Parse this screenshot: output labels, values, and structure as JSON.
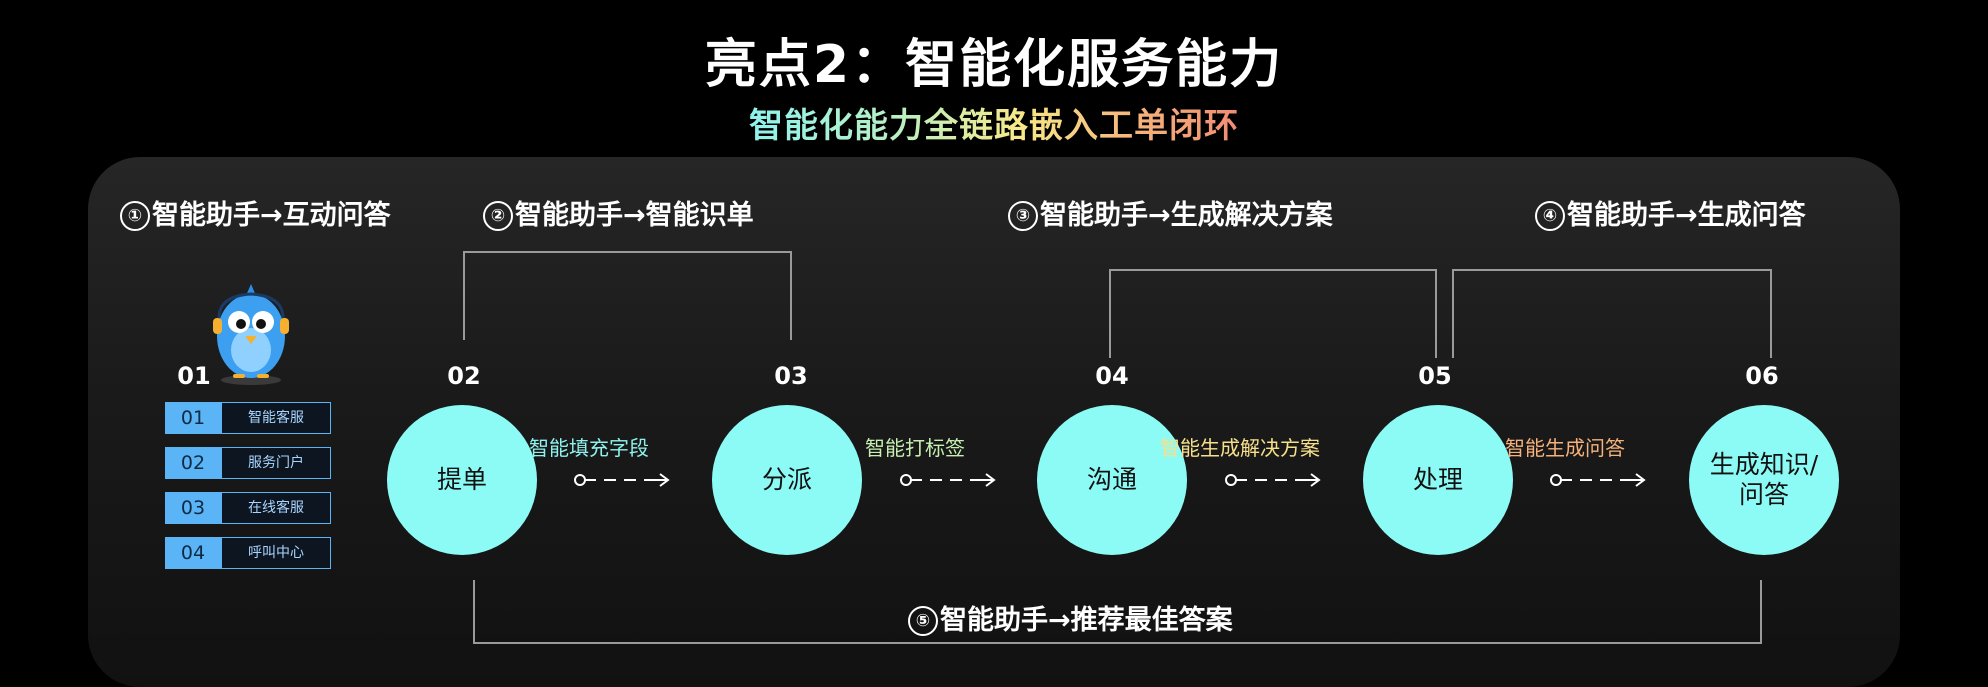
{
  "title": "亮点2：智能化服务能力",
  "subtitle": "智能化能力全链路嵌入工单闭环",
  "features": [
    {
      "num": "①",
      "text": "智能助手→互动问答"
    },
    {
      "num": "②",
      "text": "智能助手→智能识单"
    },
    {
      "num": "③",
      "text": "智能助手→生成解决方案"
    },
    {
      "num": "④",
      "text": "智能助手→生成问答"
    },
    {
      "num": "⑤",
      "text": "智能助手→推荐最佳答案"
    }
  ],
  "steps": [
    {
      "num": "01"
    },
    {
      "num": "02",
      "label": "提单"
    },
    {
      "num": "03",
      "label": "分派"
    },
    {
      "num": "04",
      "label": "沟通"
    },
    {
      "num": "05",
      "label": "处理"
    },
    {
      "num": "06",
      "label": "生成知识/问答"
    }
  ],
  "edges": [
    {
      "label": "智能填充字段",
      "color": "#8ef3ee"
    },
    {
      "label": "智能打标签",
      "color": "#c6f0b0"
    },
    {
      "label": "智能生成解决方案",
      "color": "#f7e08a"
    },
    {
      "label": "智能生成问答",
      "color": "#f6b27b"
    }
  ],
  "channels": [
    {
      "num": "01",
      "label": "智能客服"
    },
    {
      "num": "02",
      "label": "服务门户"
    },
    {
      "num": "03",
      "label": "在线客服"
    },
    {
      "num": "04",
      "label": "呼叫中心"
    }
  ],
  "colors": {
    "node": "#8cfbf5",
    "list_accent": "#5ab4f5",
    "connector": "#9a9a9a"
  },
  "icons": {
    "mascot": "blue-bird-mascot-icon",
    "arrow": "dashed-arrow-icon"
  }
}
